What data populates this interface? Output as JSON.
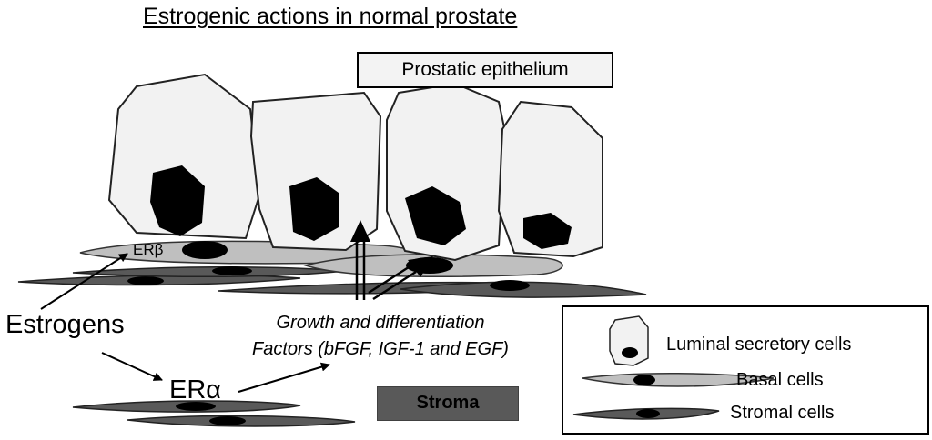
{
  "title": "Estrogenic actions in normal prostate",
  "epithelium_label": "Prostatic epithelium",
  "er_beta_label": "ERβ",
  "er_alpha_label": "ERα",
  "estrogens_label": "Estrogens",
  "factors": {
    "line1": "Growth and differentiation",
    "line2": "Factors (bFGF, IGF-1 and EGF)"
  },
  "stroma_label": "Stroma",
  "legend": {
    "luminal": "Luminal secretory cells",
    "basal": "Basal cells",
    "stromal": "Stromal cells"
  },
  "colors": {
    "cell_fill": "#f2f2f2",
    "basal_fill": "#bfbfbf",
    "stromal_fill": "#595959",
    "nucleus": "#000000",
    "stroma_box": "#595959"
  }
}
